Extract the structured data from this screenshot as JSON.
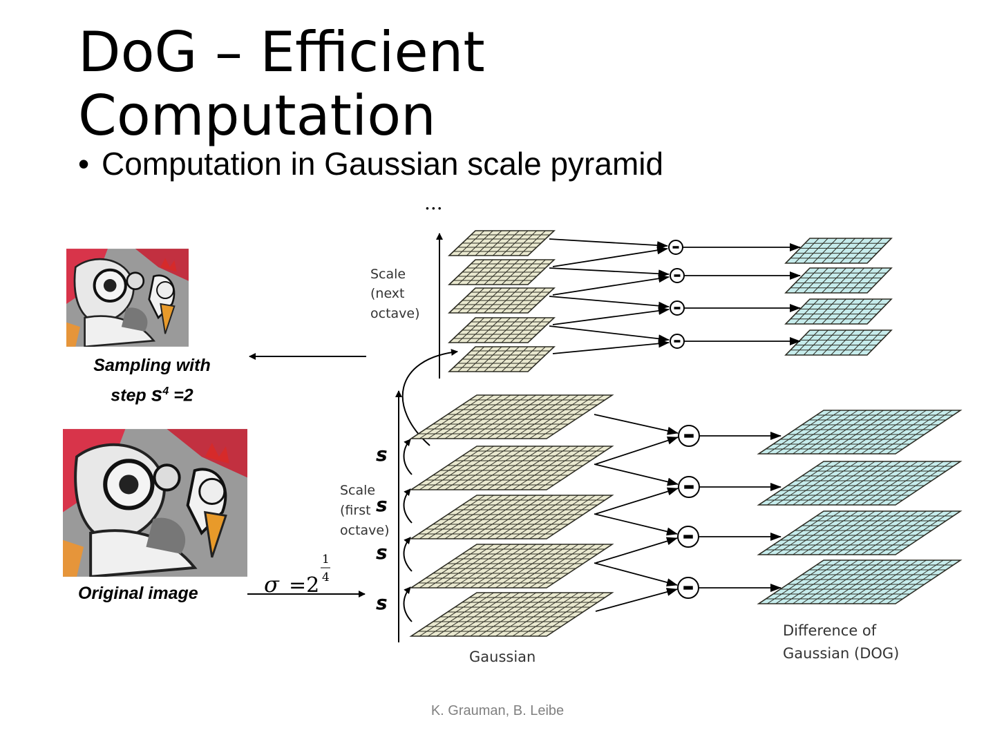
{
  "slide": {
    "title": "DoG – Efficient Computation",
    "bullet": "Computation in Gaussian scale pyramid",
    "footer": "K. Grauman, B. Leibe"
  },
  "left_panel": {
    "sampling_caption_line1": "Sampling with",
    "sampling_caption_line2_prefix": "step ",
    "sampling_caption_symbol": "s",
    "sampling_caption_exponent": "4",
    "sampling_caption_suffix": " =2",
    "original_caption": "Original image",
    "sigma_symbol": "σ",
    "sigma_equals": "=2",
    "sigma_exp_num": "1",
    "sigma_exp_den": "4"
  },
  "diagram": {
    "ellipsis": "...",
    "scale_next_label": [
      "Scale",
      "(next",
      "octave)"
    ],
    "scale_first_label": [
      "Scale",
      "(first",
      "octave)"
    ],
    "s_marker": "s",
    "minus": "−",
    "gaussian_label": "Gaussian",
    "dog_label": [
      "Difference of",
      "Gaussian (DOG)"
    ],
    "colors": {
      "gaussian_fill": "#e9e8cf",
      "dog_fill": "#c6ecec",
      "grid_line": "#2b2b22"
    }
  }
}
